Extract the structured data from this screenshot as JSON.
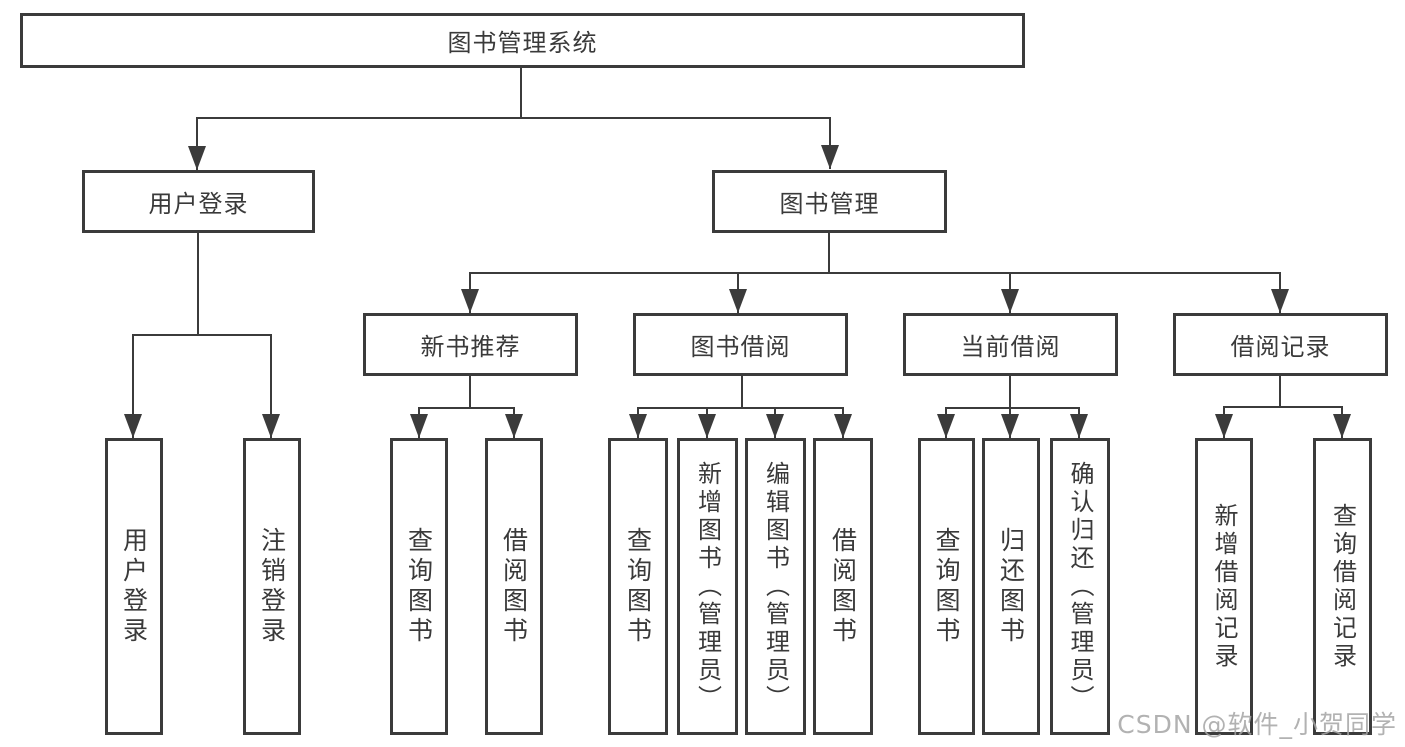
{
  "diagram": {
    "type": "tree",
    "colors": {
      "line": "#3b3b3b",
      "text": "#3a3a3a",
      "background": "#ffffff",
      "watermark": "#a5a5a5"
    },
    "tree": {
      "label": "图书管理系统",
      "children": [
        {
          "label": "用户登录",
          "children": [
            {
              "label": "用户登录"
            },
            {
              "label": "注销登录"
            }
          ]
        },
        {
          "label": "图书管理",
          "children": [
            {
              "label": "新书推荐",
              "children": [
                {
                  "label": "查询图书"
                },
                {
                  "label": "借阅图书"
                }
              ]
            },
            {
              "label": "图书借阅",
              "children": [
                {
                  "label": "查询图书"
                },
                {
                  "label": "新增图书（管理员）"
                },
                {
                  "label": "编辑图书（管理员）"
                },
                {
                  "label": "借阅图书"
                }
              ]
            },
            {
              "label": "当前借阅",
              "children": [
                {
                  "label": "查询图书"
                },
                {
                  "label": "归还图书"
                },
                {
                  "label": "确认归还（管理员）"
                }
              ]
            },
            {
              "label": "借阅记录",
              "children": [
                {
                  "label": "新增借阅记录"
                },
                {
                  "label": "查询借阅记录"
                }
              ]
            }
          ]
        }
      ]
    },
    "watermark": {
      "text": "CSDN @软件_小贺同学"
    }
  }
}
